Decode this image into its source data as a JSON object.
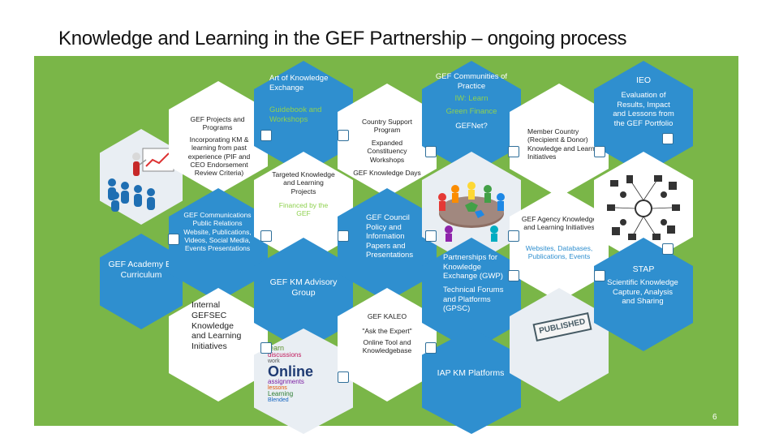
{
  "title": "Knowledge and Learning in the GEF Partnership – ongoing process",
  "page_number": "6",
  "colors": {
    "board": "#7ab648",
    "hex_blue": "#2f8fcf",
    "hex_white": "#ffffff",
    "accent_green": "#8fd14f"
  },
  "nodes": {
    "gef_academy": "GEF Academy E-Curriculum",
    "gef_projects": "GEF Projects and Programs",
    "gef_projects_sub": "Incorporating KM & learning from past experience (PIF and CEO Endorsement Review Criteria)",
    "art_of_knowledge": "Art of Knowledge Exchange",
    "art_of_knowledge_sub": "Guidebook and Workshops",
    "country_support": "Country Support Program",
    "country_support_sub": "Expanded Constituency Workshops",
    "gef_knowledge_days": "GEF Knowledge Days",
    "communities": "GEF Communities of Practice",
    "iw_learn": "IW: Learn",
    "green_finance": "Green Finance",
    "gefnet": "GEFNet?",
    "ieo": "IEO",
    "ieo_sub": "Evaluation of Results, Impact and Lessons from the GEF Portfolio",
    "member_country": "Member Country (Recipient & Donor) Knowledge and Learning Initiatives",
    "targeted": "Targeted Knowledge and Learning Projects",
    "targeted_sub": "Financed by the GEF",
    "communications": "GEF Communications Public Relations Website, Publications, Videos, Social Media, Events Presentations",
    "council": "GEF Council Policy and Information Papers and Presentations",
    "agency": "GEF Agency Knowledge and Learning Initiatives",
    "agency_sub": "Websites, Databases, Publications, Events",
    "stap": "STAP",
    "stap_sub": "Scientific Knowledge Capture, Analysis and Sharing",
    "advisory": "GEF KM Advisory Group",
    "internal": "Internal GEFSEC Knowledge and Learning Initiatives",
    "partnerships": "Partnerships for Knowledge Exchange (GWP)",
    "partnerships_sub": "Technical Forums and Platforms (GPSC)",
    "kaleo": "GEF KALEO",
    "kaleo_quote": "\"Ask the Expert\"",
    "kaleo_sub": "Online Tool and Knowledgebase",
    "iap": "IAP KM Platforms"
  },
  "images": {
    "wordcloud_words": [
      "learn",
      "Online",
      "assignments",
      "discussions",
      "work",
      "lessons",
      "Learning",
      "Blended"
    ],
    "published_stamp": "PUBLISHED"
  }
}
